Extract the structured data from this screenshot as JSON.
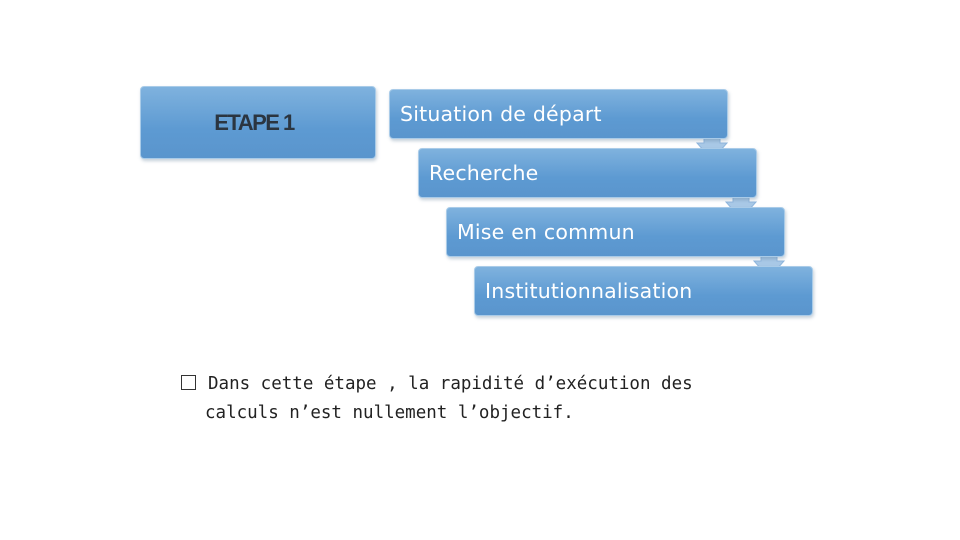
{
  "step": {
    "label": "ETAPE 1"
  },
  "stages": [
    {
      "label": "Situation de départ"
    },
    {
      "label": "Recherche"
    },
    {
      "label": "Mise en commun"
    },
    {
      "label": "Institutionnalisation"
    }
  ],
  "note": {
    "line1": "Dans cette étape , la rapidité d’exécution des",
    "line2": "calculs n’est nullement l’objectif.",
    "bullet_icon": "square-bullet-icon"
  },
  "colors": {
    "box_fill": "#5d9ad2",
    "box_border": "#a9cbe8",
    "arrow_fill": "#a8c8e6",
    "step_label_color": "#2b3540",
    "text_color": "#222222"
  }
}
